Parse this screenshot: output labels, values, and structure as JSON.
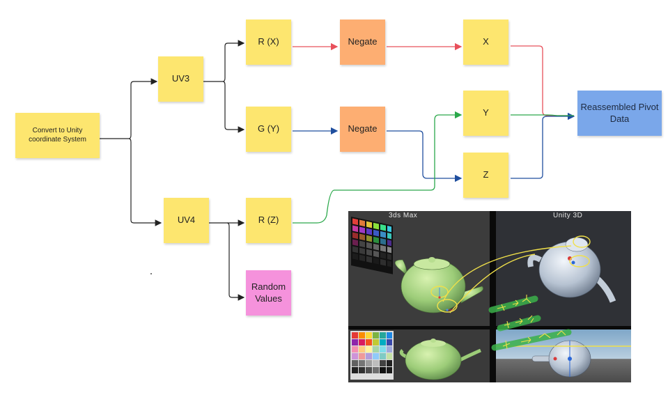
{
  "nodes": {
    "convert": "Convert to Unity coordinate System",
    "uv3": "UV3",
    "uv4": "UV4",
    "r_x": "R (X)",
    "g_y": "G (Y)",
    "r_z": "R (Z)",
    "negate1": "Negate",
    "negate2": "Negate",
    "x": "X",
    "y": "Y",
    "z": "Z",
    "random": "Random Values",
    "output": "Reassembled Pivot Data"
  },
  "screenshot": {
    "left_title": "3ds Max",
    "right_title": "Unity 3D"
  },
  "colors": {
    "note_yellow": "#fde66f",
    "note_orange": "#fdae72",
    "note_pink": "#f592dc",
    "note_blue": "#7aa7ea",
    "wire_red": "#e8505b",
    "wire_green": "#2aa84a",
    "wire_blue": "#1f4e9e",
    "wire_black": "#222222"
  }
}
